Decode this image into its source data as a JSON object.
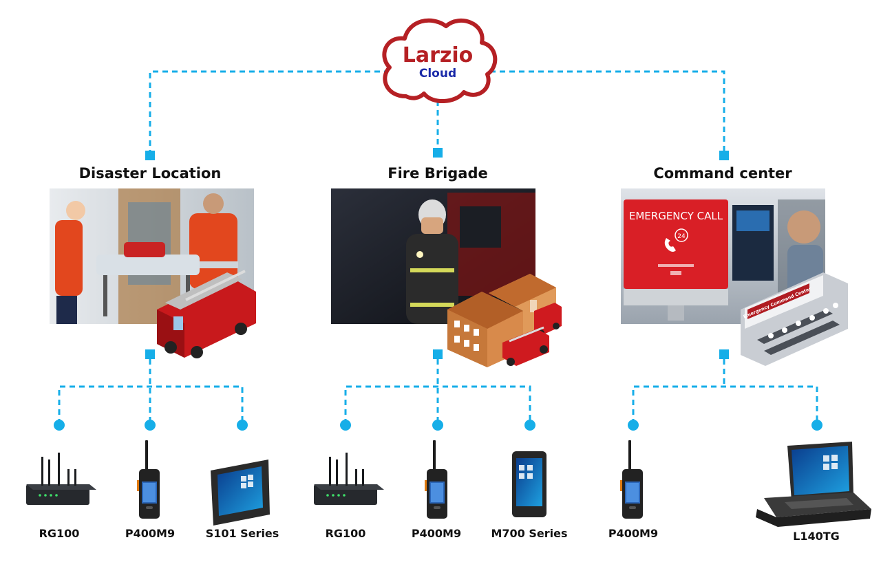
{
  "cloud": {
    "brand": "Larzio",
    "sub": "Cloud",
    "brand_color": "#b52024",
    "sub_color": "#1a2aa8"
  },
  "connector_color": "#16aee8",
  "groups": [
    {
      "title": "Disaster Location",
      "devices": [
        "RG100",
        "P400M9",
        "S101 Series"
      ]
    },
    {
      "title": "Fire Brigade",
      "devices": [
        "RG100",
        "P400M9",
        "M700 Series"
      ]
    },
    {
      "title": "Command center",
      "devices": [
        "P400M9",
        "L140TG"
      ]
    }
  ],
  "images": {
    "emergency_call_text": "EMERGENCY CALL",
    "emergency_call_badge": "24",
    "command_center_sign": "Emergency Command Center"
  },
  "icons": [
    "cloud-icon",
    "router-icon",
    "radio-icon",
    "tablet-icon",
    "laptop-icon",
    "fire-truck-icon",
    "fire-station-icon",
    "command-room-icon"
  ]
}
